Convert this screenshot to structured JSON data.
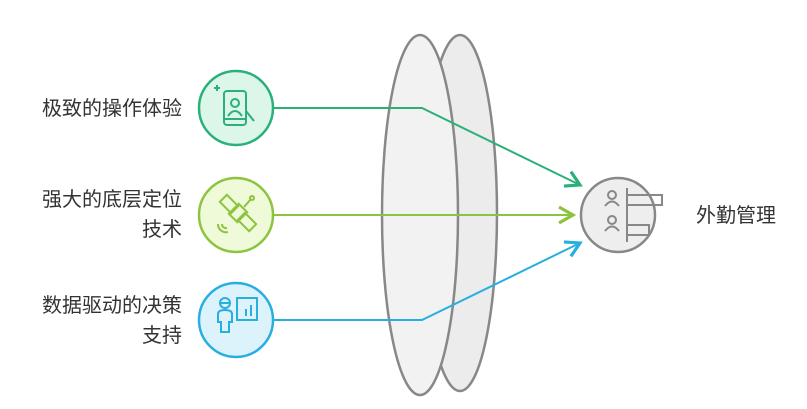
{
  "inputs": [
    {
      "lines": [
        "极致的操作体验"
      ],
      "icon": "phone-touch-icon",
      "color": "#2bb07a",
      "fill": "#dcf7ea"
    },
    {
      "lines": [
        "强大的底层定位",
        "技术"
      ],
      "icon": "satellite-icon",
      "color": "#8cc43f",
      "fill": "#effad9"
    },
    {
      "lines": [
        "数据驱动的决策",
        "支持"
      ],
      "icon": "presentation-icon",
      "color": "#29aee0",
      "fill": "#ddf3fc"
    }
  ],
  "output": {
    "label": "外勤管理",
    "icon": "attendance-chart-icon",
    "color": "#888888",
    "fill": "#eeeeee"
  }
}
